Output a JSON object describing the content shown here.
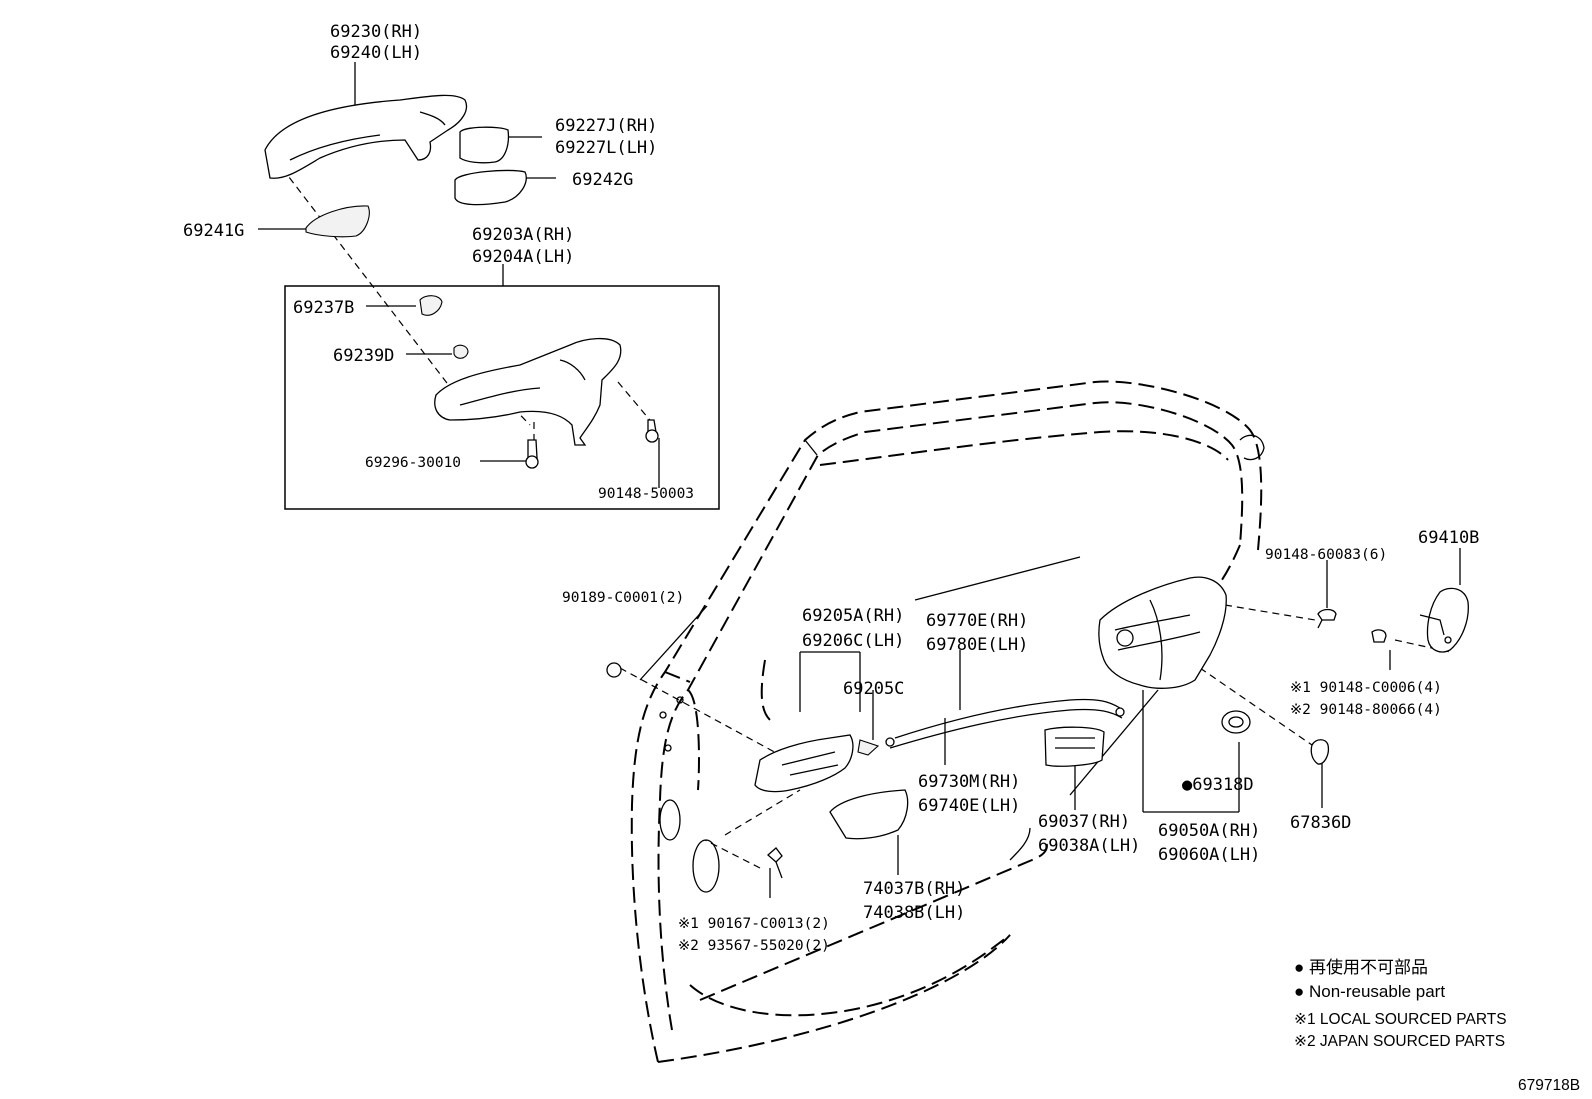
{
  "diagram_code": "679718B",
  "labels": {
    "p69230": "69230(RH)",
    "p69240": "69240(LH)",
    "p69227J": "69227J(RH)",
    "p69227L": "69227L(LH)",
    "p69242G": "69242G",
    "p69241G": "69241G",
    "p69203A": "69203A(RH)",
    "p69204A": "69204A(LH)",
    "p69237B": "69237B",
    "p69239D": "69239D",
    "p69296": "69296-30010",
    "p90148_50003": "90148-50003",
    "p90189": "90189-C0001(2)",
    "p69205A": "69205A(RH)",
    "p69206C": "69206C(LH)",
    "p69205C": "69205C",
    "p69770E": "69770E(RH)",
    "p69780E": "69780E(LH)",
    "p69730M": "69730M(RH)",
    "p69740E": "69740E(LH)",
    "p74037B": "74037B(RH)",
    "p74038B": "74038B(LH)",
    "p90167": "※1 90167-C0013(2)",
    "p93567": "※2 93567-55020(2)",
    "p69037": "69037(RH)",
    "p69038A": "69038A(LH)",
    "p69318D": "●69318D",
    "p69050A": "69050A(RH)",
    "p69060A": "69060A(LH)",
    "p67836D": "67836D",
    "p90148_60083": "90148-60083(6)",
    "p69410B": "69410B",
    "p90148_C0006": "※1 90148-C0006(4)",
    "p90148_80066": "※2 90148-80066(4)"
  },
  "legend": {
    "nonreusable_jp": "● 再使用不可部品",
    "nonreusable_en": "● Non-reusable part",
    "local_sourced": "※1 LOCAL SOURCED PARTS",
    "japan_sourced": "※2 JAPAN SOURCED PARTS"
  }
}
